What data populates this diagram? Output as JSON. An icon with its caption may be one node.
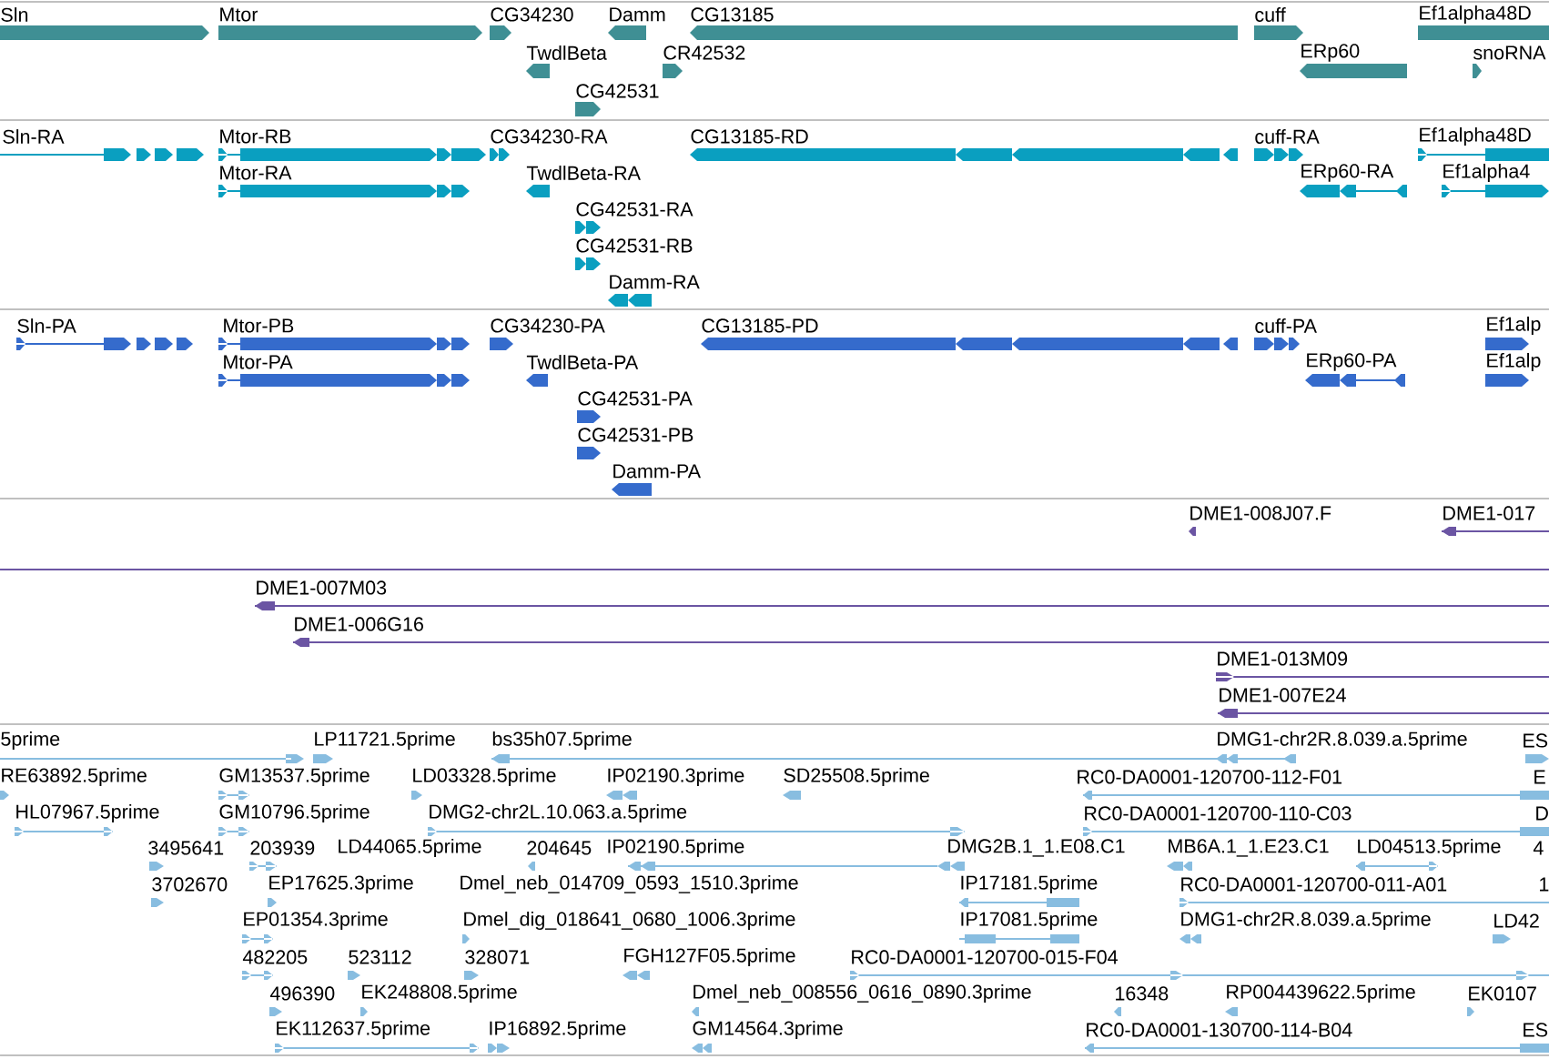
{
  "diagram": {
    "labels": [
      "Sln",
      "Mtor",
      "CG34230",
      "Damm",
      "CG13185",
      "cuff",
      "Ef1alpha48D",
      "TwdlBeta",
      "CR42532",
      "ERp60",
      "snoRNA",
      "CG42531",
      "Sln-RA",
      "Mtor-RB",
      "CG34230-RA",
      "CG13185-RD",
      "cuff-RA",
      "Ef1alpha48D",
      "Mtor-RA",
      "TwdlBeta-RA",
      "ERp60-RA",
      "Ef1alpha4",
      "CG42531-RA",
      "CG42531-RB",
      "Damm-RA",
      "Sln-PA",
      "Mtor-PB",
      "CG34230-PA",
      "CG13185-PD",
      "cuff-PA",
      "Ef1alp",
      "Mtor-PA",
      "TwdlBeta-PA",
      "ERp60-PA",
      "Ef1alp",
      "CG42531-PA",
      "CG42531-PB",
      "Damm-PA",
      "DME1-008J07.F",
      "DME1-017",
      "DME1-007M03",
      "DME1-006G16",
      "DME1-013M09",
      "DME1-007E24",
      "5prime",
      "LP11721.5prime",
      "bs35h07.5prime",
      "DMG1-chr2R.8.039.a.5prime",
      "ES",
      "RE63892.5prime",
      "GM13537.5prime",
      "LD03328.5prime",
      "IP02190.3prime",
      "SD25508.5prime",
      "RC0-DA0001-120700-112-F01",
      "E",
      "HL07967.5prime",
      "GM10796.5prime",
      "DMG2-chr2L.10.063.a.5prime",
      "RC0-DA0001-120700-110-C03",
      "D",
      "3495641",
      "203939",
      "LD44065.5prime",
      "204645",
      "IP02190.5prime",
      "DMG2B.1_1.E08.C1",
      "MB6A.1_1.E23.C1",
      "LD04513.5prime",
      "4",
      "3702670",
      "EP17625.3prime",
      "Dmel_neb_014709_0593_1510.3prime",
      "IP17181.5prime",
      "RC0-DA0001-120700-011-A01",
      "1",
      "EP01354.3prime",
      "Dmel_dig_018641_0680_1006.3prime",
      "IP17081.5prime",
      "DMG1-chr2R.8.039.a.5prime",
      "LD42",
      "482205",
      "523112",
      "328071",
      "FGH127F05.5prime",
      "RC0-DA0001-120700-015-F04",
      "496390",
      "EK248808.5prime",
      "Dmel_neb_008556_0616_0890.3prime",
      "16348",
      "RP004439622.5prime",
      "EK0107",
      "EK112637.5prime",
      "IP16892.5prime",
      "GM14564.3prime",
      "RC0-DA0001-130700-114-B04",
      "ES"
    ]
  }
}
